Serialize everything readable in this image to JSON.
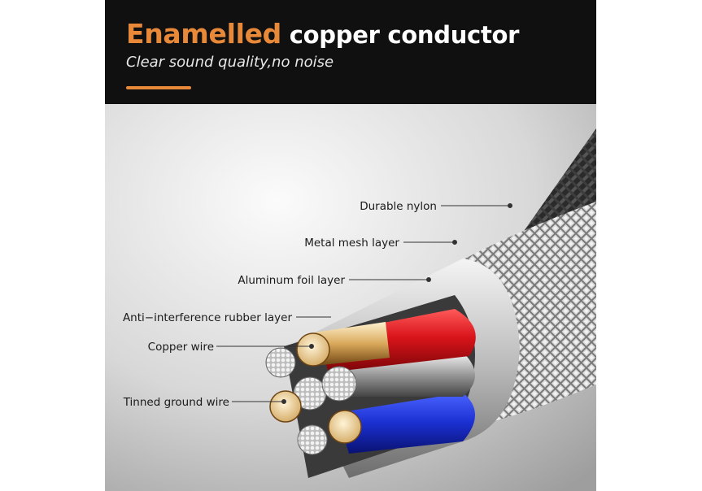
{
  "header": {
    "title_accent": "Enamelled",
    "title_rest": "copper conductor",
    "subtitle": "Clear sound quality,no noise",
    "accent_color": "#e8893a"
  },
  "callouts": {
    "durable_nylon": "Durable nylon",
    "metal_mesh": "Metal mesh layer",
    "aluminum_foil": "Aluminum foil layer",
    "rubber_layer": "Anti−interference rubber layer",
    "copper_wire": "Copper wire",
    "tinned_ground": "Tinned ground wire"
  },
  "colors": {
    "header_bg": "#101010",
    "red_wire": "#d8141a",
    "blue_wire": "#1a2fd0",
    "copper": "#e8c88a"
  }
}
